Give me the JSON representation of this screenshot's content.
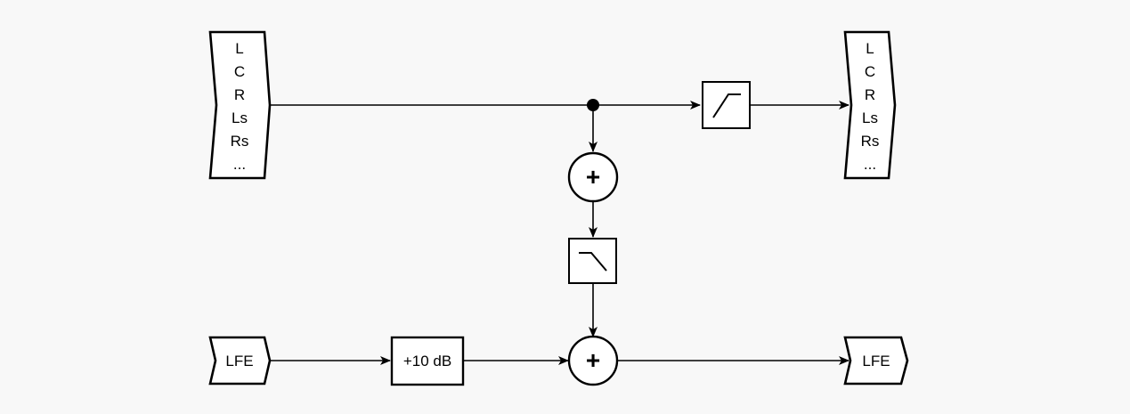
{
  "diagram": {
    "input_main": {
      "labels": [
        "L",
        "C",
        "R",
        "Ls",
        "Rs",
        "..."
      ]
    },
    "output_main": {
      "labels": [
        "L",
        "C",
        "R",
        "Ls",
        "Rs",
        "..."
      ]
    },
    "input_lfe": {
      "label": "LFE"
    },
    "output_lfe": {
      "label": "LFE"
    },
    "gain_block": {
      "label": "+10 dB"
    },
    "sum_upper": {
      "symbol": "+"
    },
    "sum_lower": {
      "symbol": "+"
    },
    "highpass_filter": {
      "icon": "highpass-filter-icon"
    },
    "lowpass_filter": {
      "icon": "lowpass-filter-icon"
    },
    "colors": {
      "stroke": "#000000",
      "background": "#f8f8f8",
      "fill": "#ffffff"
    }
  }
}
